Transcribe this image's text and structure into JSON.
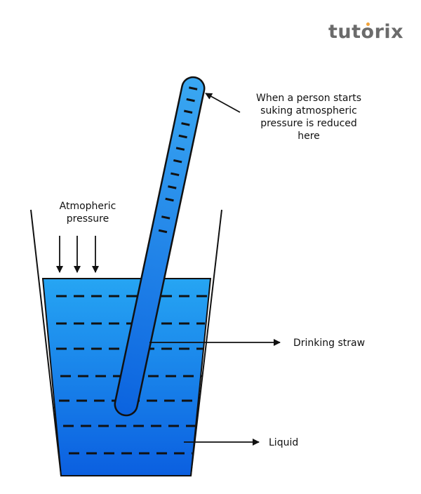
{
  "logo": {
    "text": "tutorix",
    "accent_color": "#f2a33a",
    "text_color": "#6b6b6b"
  },
  "labels": {
    "suction_line1": "When a person starts",
    "suction_line2": "suking atmospheric",
    "suction_line3": "pressure is reduced",
    "suction_line4": "here",
    "atmos_line1": "Atmopheric",
    "atmos_line2": "pressure",
    "straw": "Drinking straw",
    "liquid": "Liquid"
  },
  "colors": {
    "liquid_top": "#26a5f3",
    "liquid_bottom": "#0b5fe0",
    "straw_top": "#3aa8f2",
    "straw_bottom": "#0b63df",
    "outline": "#111111"
  }
}
